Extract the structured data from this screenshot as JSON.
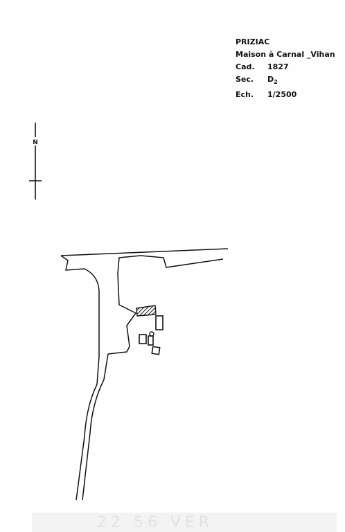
{
  "cartouche": {
    "commune": "PRIZIAC",
    "title": "Maison à Carnal _Vihan",
    "cad_label": "Cad.",
    "cad_value": "1827",
    "sec_label": "Sec.",
    "sec_value": "D",
    "sec_sub": "2",
    "ech_label": "Ech.",
    "ech_value": "1/2500"
  },
  "north_arrow": {
    "label": "N"
  },
  "plan": {
    "hatch_color": "#222222",
    "line_color": "#111111",
    "features": [
      "road",
      "parcel-boundary",
      "house-hatched",
      "outbuilding",
      "outbuilding",
      "outbuilding",
      "outbuilding"
    ]
  },
  "footer": {
    "text": "22  56  VER"
  }
}
